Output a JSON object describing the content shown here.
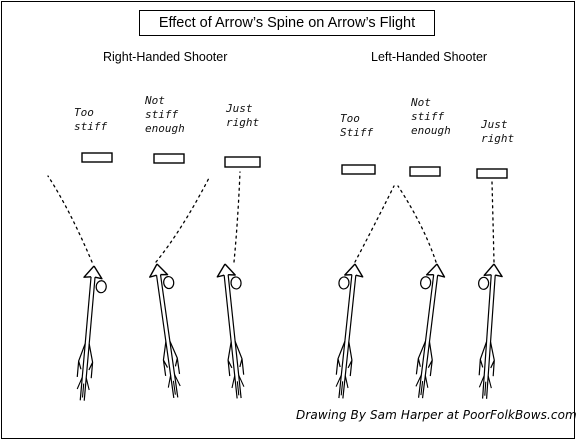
{
  "title": "Effect of Arrow’s Spine on Arrow’s Flight",
  "sections": {
    "right": "Right-Handed Shooter",
    "left": "Left-Handed Shooter"
  },
  "labels": {
    "right_too_stiff": "Too\nstiff",
    "right_not_stiff": "Not\nstiff\nenough",
    "right_just_right": "Just\nright",
    "left_too_stiff": "Too\nStiff",
    "left_not_stiff": "Not\nstiff\nenough",
    "left_just_right": "Just\nright"
  },
  "credit": "Drawing By Sam Harper at PoorFolkBows.com"
}
